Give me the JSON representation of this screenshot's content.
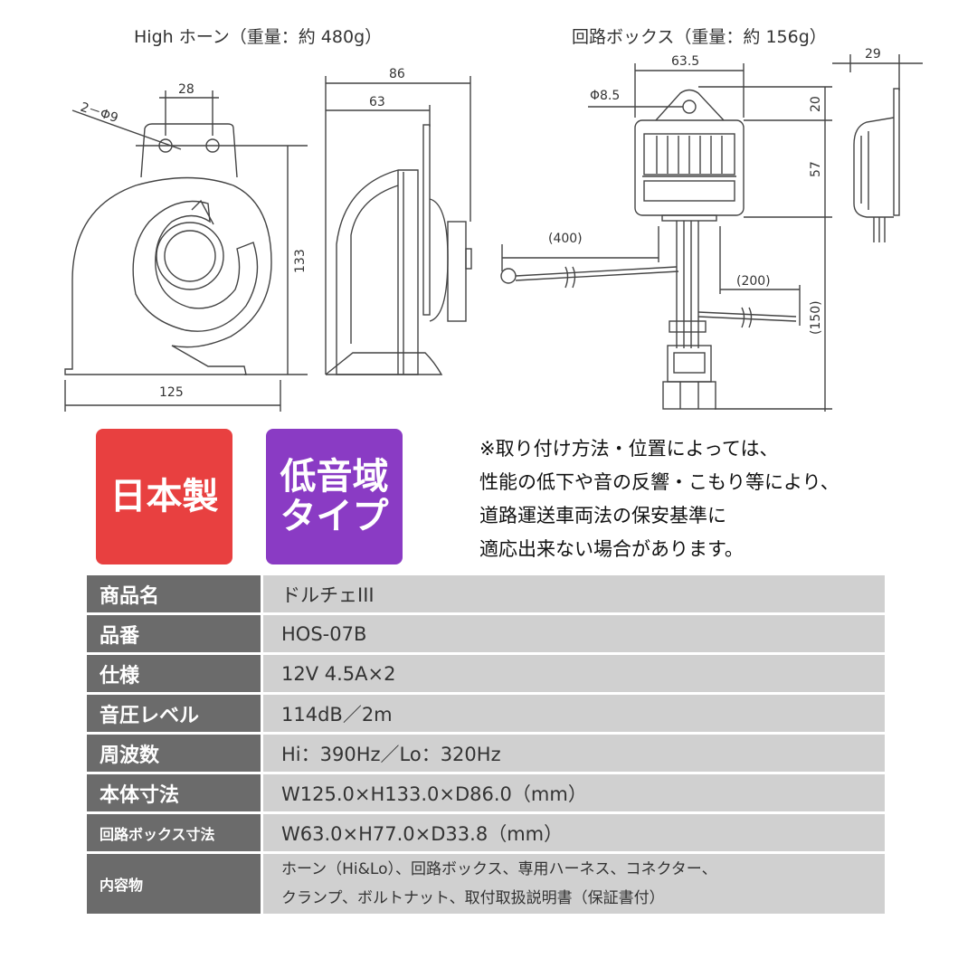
{
  "diagram": {
    "horn_caption": "High ホーン（重量：約 480g）",
    "box_caption": "回路ボックス（重量：約 156g）",
    "horn_dims": {
      "hole_spacing": "28",
      "holes": "2－Φ9",
      "width": "125",
      "height": "133",
      "depth_total": "86",
      "depth_body": "63"
    },
    "box_dims": {
      "width": "63.5",
      "hole": "Φ8.5",
      "top": "20",
      "body": "57",
      "depth": "29",
      "wire_left": "(400)",
      "wire_right": "(200)",
      "wire_down": "(150)"
    }
  },
  "badges": {
    "made_in": "日本製",
    "low_line1": "低音域",
    "low_line2": "タイプ",
    "made_in_color": "#e84040",
    "low_color": "#8a3bc4"
  },
  "notice": [
    "※取り付け方法・位置によっては、",
    "性能の低下や音の反響・こもり等により、",
    "道路運送車両法の保安基準に",
    "適応出来ない場合があります。"
  ],
  "spec": {
    "rows": [
      {
        "key": "商品名",
        "value": "ドルチェIII"
      },
      {
        "key": "品番",
        "value": "HOS-07B"
      },
      {
        "key": "仕様",
        "value": "12V 4.5A×2"
      },
      {
        "key": "音圧レベル",
        "value": "114dB／2m"
      },
      {
        "key": "周波数",
        "value": "Hi：390Hz／Lo：320Hz"
      },
      {
        "key": "本体寸法",
        "value": "W125.0×H133.0×D86.0（mm）"
      },
      {
        "key": "回路ボックス寸法",
        "value": "W63.0×H77.0×D33.8（mm）"
      }
    ],
    "contents": {
      "key": "内容物",
      "line1": "ホーン（Hi&Lo）、回路ボックス、専用ハーネス、コネクター、",
      "line2": "クランプ、ボルトナット、取付取扱説明書（保証書付）"
    }
  }
}
